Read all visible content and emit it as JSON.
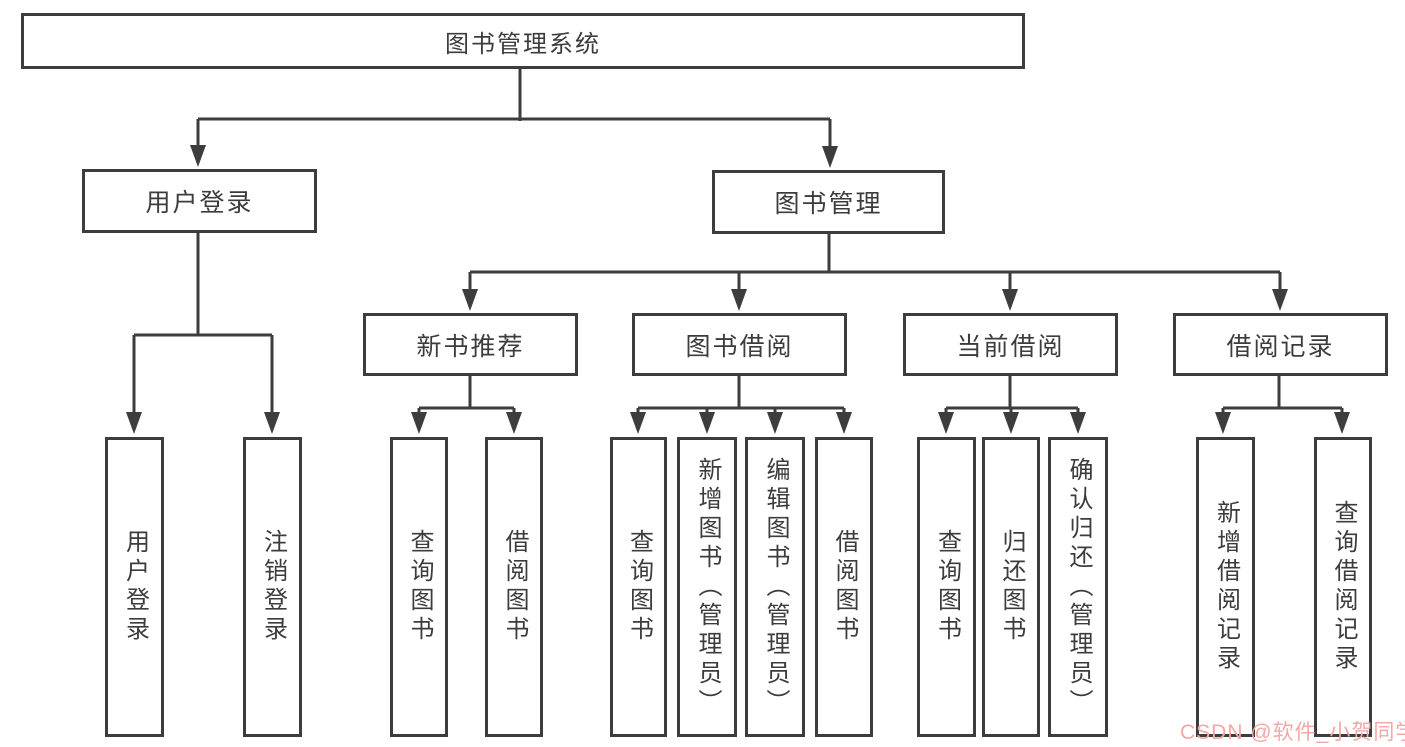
{
  "diagram": {
    "root": {
      "label": "图书管理系统"
    },
    "branches": [
      {
        "label": "用户登录"
      },
      {
        "label": "图书管理"
      }
    ],
    "groups": [
      {
        "label": "新书推荐"
      },
      {
        "label": "图书借阅"
      },
      {
        "label": "当前借阅"
      },
      {
        "label": "借阅记录"
      }
    ],
    "leaves": [
      {
        "label": "用户登录"
      },
      {
        "label": "注销登录"
      },
      {
        "label": "查询图书"
      },
      {
        "label": "借阅图书"
      },
      {
        "label": "查询图书"
      },
      {
        "label": "新增图书（管理员）"
      },
      {
        "label": "编辑图书（管理员）"
      },
      {
        "label": "借阅图书"
      },
      {
        "label": "查询图书"
      },
      {
        "label": "归还图书"
      },
      {
        "label": "确认归还（管理员）"
      },
      {
        "label": "新增借阅记录"
      },
      {
        "label": "查询借阅记录"
      }
    ]
  },
  "watermark": {
    "text": "CSDN @软件_小贺同学",
    "color": "#f2a8a6"
  },
  "colors": {
    "line": "#3d3d3d",
    "box_border": "#3d3d3d",
    "text": "#3c3c3c",
    "background": "#ffffff"
  }
}
